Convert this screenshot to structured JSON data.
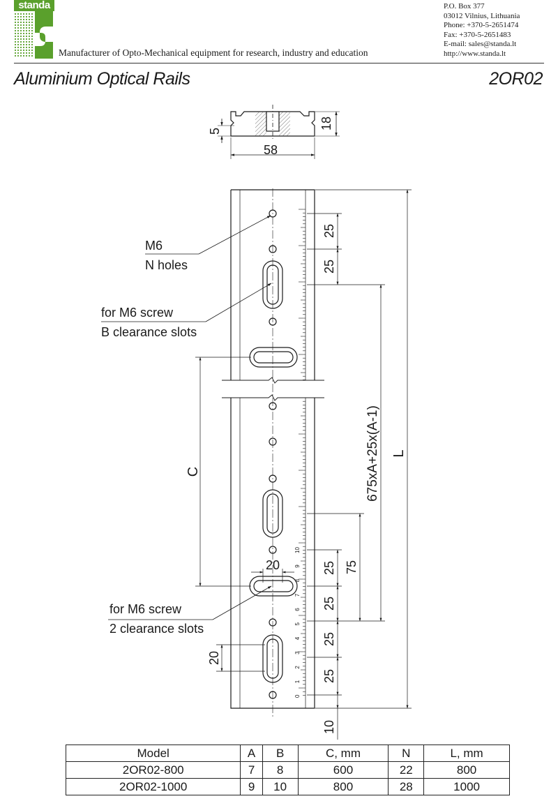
{
  "header": {
    "logo_text": "standa",
    "tagline": "Manufacturer of Opto-Mechanical equipment for research, industry and education",
    "contact": [
      "P.O. Box 377",
      "03012 Vilnius, Lithuania",
      "Phone: +370-5-2651474",
      "Fax: +370-5-2651483",
      "E-mail: sales@standa.lt",
      "http://www.standa.lt"
    ],
    "brand_color": "#5aa02c"
  },
  "title": "Aluminium Optical Rails",
  "code": "2OR02",
  "drawing": {
    "profile_width": "58",
    "profile_height": "18",
    "profile_slot": "5",
    "hole_label": [
      "M6",
      "N holes"
    ],
    "slot_b_label": [
      "for M6 screw",
      "B clearance slots"
    ],
    "slot_2_label": [
      "for M6 screw",
      "2 clearance slots"
    ],
    "dim_25": "25",
    "dim_75": "75",
    "dim_10": "10",
    "dim_20": "20",
    "dim_C": "C",
    "dim_L": "L",
    "dim_formula": "675xA+25x(A-1)",
    "scale_numbers": [
      "0",
      "1",
      "2",
      "3",
      "4",
      "5",
      "6",
      "7",
      "8",
      "9",
      "10"
    ]
  },
  "table": {
    "headers": [
      "Model",
      "A",
      "B",
      "C, mm",
      "N",
      "L, mm"
    ],
    "rows": [
      [
        "2OR02-800",
        "7",
        "8",
        "600",
        "22",
        "800"
      ],
      [
        "2OR02-1000",
        "9",
        "10",
        "800",
        "28",
        "1000"
      ]
    ]
  }
}
